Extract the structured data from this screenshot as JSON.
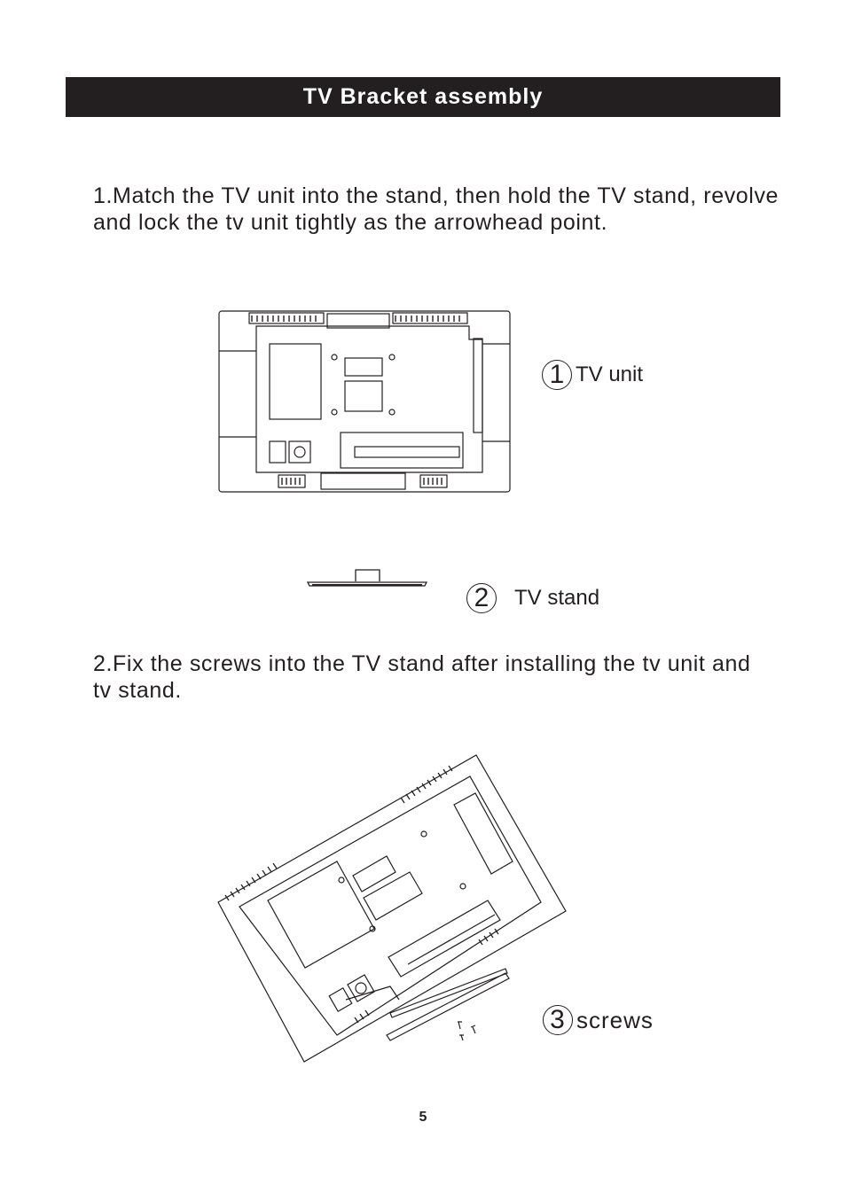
{
  "header": {
    "title": "TV Bracket assembly"
  },
  "steps": [
    {
      "text": "1.Match the TV unit into the stand, then hold the TV stand, revolve and lock the tv unit tightly as  the arrowhead point."
    },
    {
      "text": "2.Fix the screws into the TV stand after installing the tv unit and tv stand."
    }
  ],
  "callouts": [
    {
      "number": "1",
      "label": "TV unit"
    },
    {
      "number": "2",
      "label": "TV stand"
    },
    {
      "number": "3",
      "label": "screws"
    }
  ],
  "footer": {
    "page_number": "5"
  }
}
